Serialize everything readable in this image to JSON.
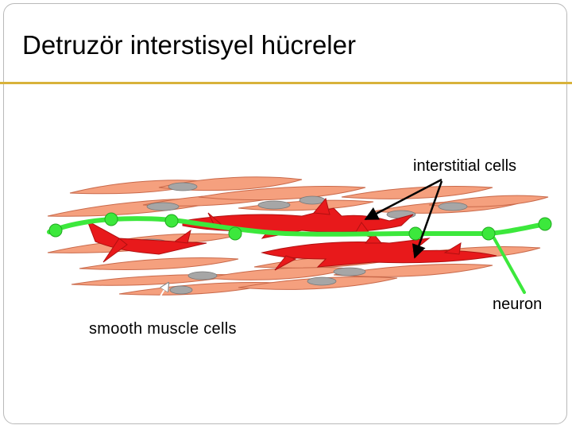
{
  "slide": {
    "title": "Detruzör interstisyel hücreler"
  },
  "diagram": {
    "labels": {
      "interstitial": "interstitial cells",
      "neuron": "neuron",
      "smooth_muscle": "smooth muscle cells"
    },
    "colors": {
      "smooth_muscle_fill": "#f5a07e",
      "smooth_muscle_stroke": "#c9694a",
      "nucleus": "#a6a6a6",
      "interstitial_fill": "#e8191b",
      "interstitial_stroke": "#b01010",
      "neuron": "#3ce83c",
      "title_rule": "#d8b23a"
    }
  }
}
